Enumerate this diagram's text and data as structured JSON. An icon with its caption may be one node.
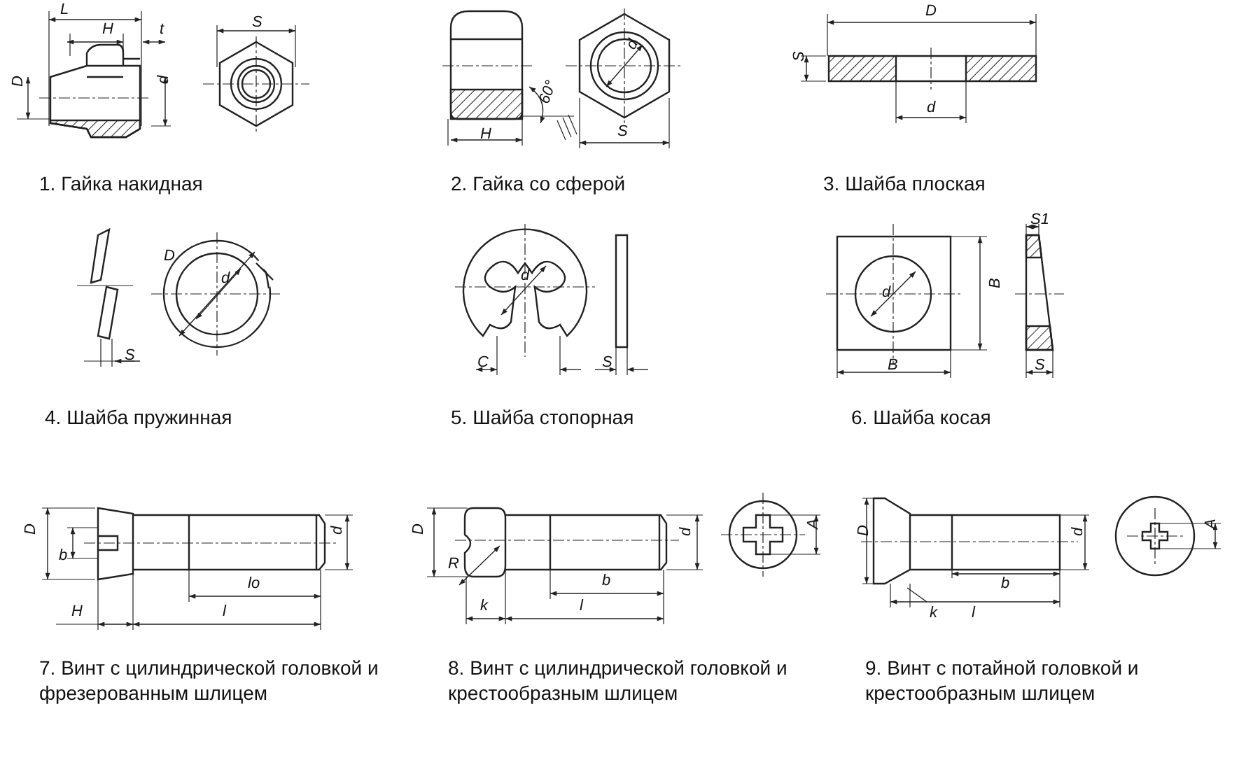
{
  "diagram": {
    "labels": [
      "L",
      "H",
      "t",
      "D",
      "d",
      "S",
      "H",
      "60°",
      "d",
      "S",
      "D",
      "S",
      "d",
      "1. Гайка накидная",
      "2. Гайка со сферой",
      "3. Шайба плоская",
      "D",
      "d",
      "S",
      "d",
      "C",
      "S",
      "S1",
      "d",
      "B",
      "B",
      "S",
      "4. Шайба пружинная",
      "5. Шайба стопорная",
      "6. Шайба косая",
      "D",
      "b",
      "lo",
      "d",
      "H",
      "l",
      "D",
      "R",
      "k",
      "b",
      "l",
      "d",
      "A",
      "D",
      "d",
      "b",
      "k",
      "l",
      "A",
      "7. Винт с цилиндрической головкой и фрезерованным шлицем",
      "8. Винт с цилиндрической головкой и крестообразным шлицем",
      "9. Винт с потайной головкой и крестообразным шлицем"
    ]
  }
}
